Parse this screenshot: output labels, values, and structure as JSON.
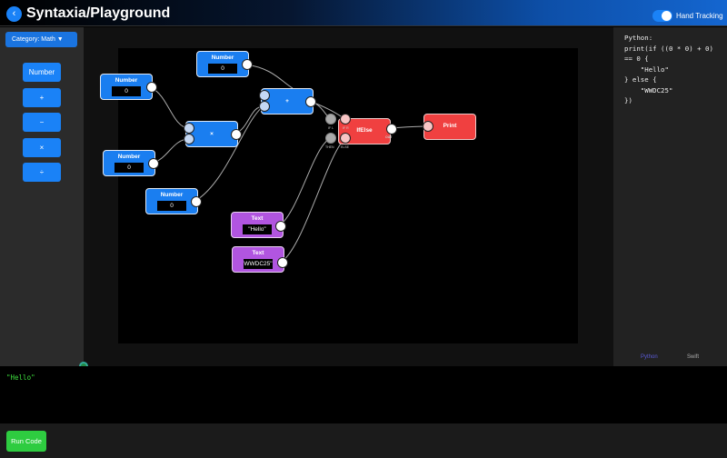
{
  "header": {
    "title": "Syntaxia/Playground",
    "back_icon": "chevron-left-icon",
    "hand_tracking_label": "Hand Tracking",
    "hand_tracking_on": true
  },
  "sidebar": {
    "category": "Category: Math ▼",
    "palette": [
      "Number",
      "+",
      "−",
      "×",
      "÷"
    ]
  },
  "nodes": {
    "num1": {
      "label": "Number",
      "value": "0"
    },
    "num2": {
      "label": "Number",
      "value": "0"
    },
    "num3": {
      "label": "Number",
      "value": "0"
    },
    "num4": {
      "label": "Number",
      "value": "0"
    },
    "mult": {
      "label": "×"
    },
    "add": {
      "label": "+"
    },
    "ifelse": {
      "label": "IfElse",
      "ports": {
        "ifl": "IF L",
        "ifr": "IF R",
        "then": "THEN",
        "else": "ELSE",
        "out": "OUT"
      }
    },
    "print": {
      "label": "Print"
    },
    "text1": {
      "label": "Text",
      "value": "\"Hello\""
    },
    "text2": {
      "label": "Text",
      "value": "WWDC25\""
    }
  },
  "code_panel": {
    "code": "Python:\nprint(if ((0 * 0) + 0)\n== 0 {\n    \"Hello\"\n} else {\n    \"WWDC25\"\n})",
    "tabs": [
      "Python",
      "Swift"
    ],
    "active_tab": "Python",
    "active_color": "#5b5bd6"
  },
  "output": {
    "text": "\"Hello\""
  },
  "footer": {
    "run_label": "Run Code"
  }
}
